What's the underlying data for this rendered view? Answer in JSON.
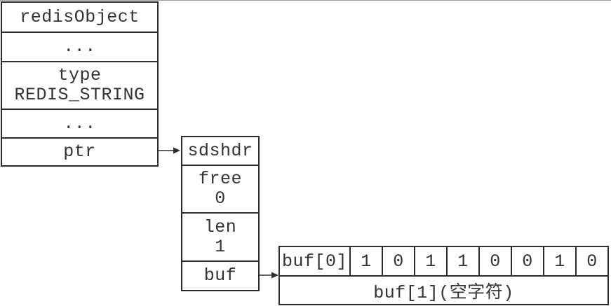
{
  "redis_object": {
    "header": "redisObject",
    "ellipsis_1": "...",
    "type_label": "type",
    "type_value": "REDIS_STRING",
    "ellipsis_2": "...",
    "ptr_label": "ptr"
  },
  "sdshdr": {
    "header": "sdshdr",
    "free_label": "free",
    "free_value": "0",
    "len_label": "len",
    "len_value": "1",
    "buf_label": "buf"
  },
  "buf_array": {
    "first_cell": "buf[0]",
    "bits": [
      "1",
      "0",
      "1",
      "1",
      "0",
      "0",
      "1",
      "0"
    ],
    "terminator": "buf[1](空字符)"
  },
  "colors": {
    "border": "#2b2b2b",
    "text": "#333333",
    "background": "#ffffff"
  }
}
